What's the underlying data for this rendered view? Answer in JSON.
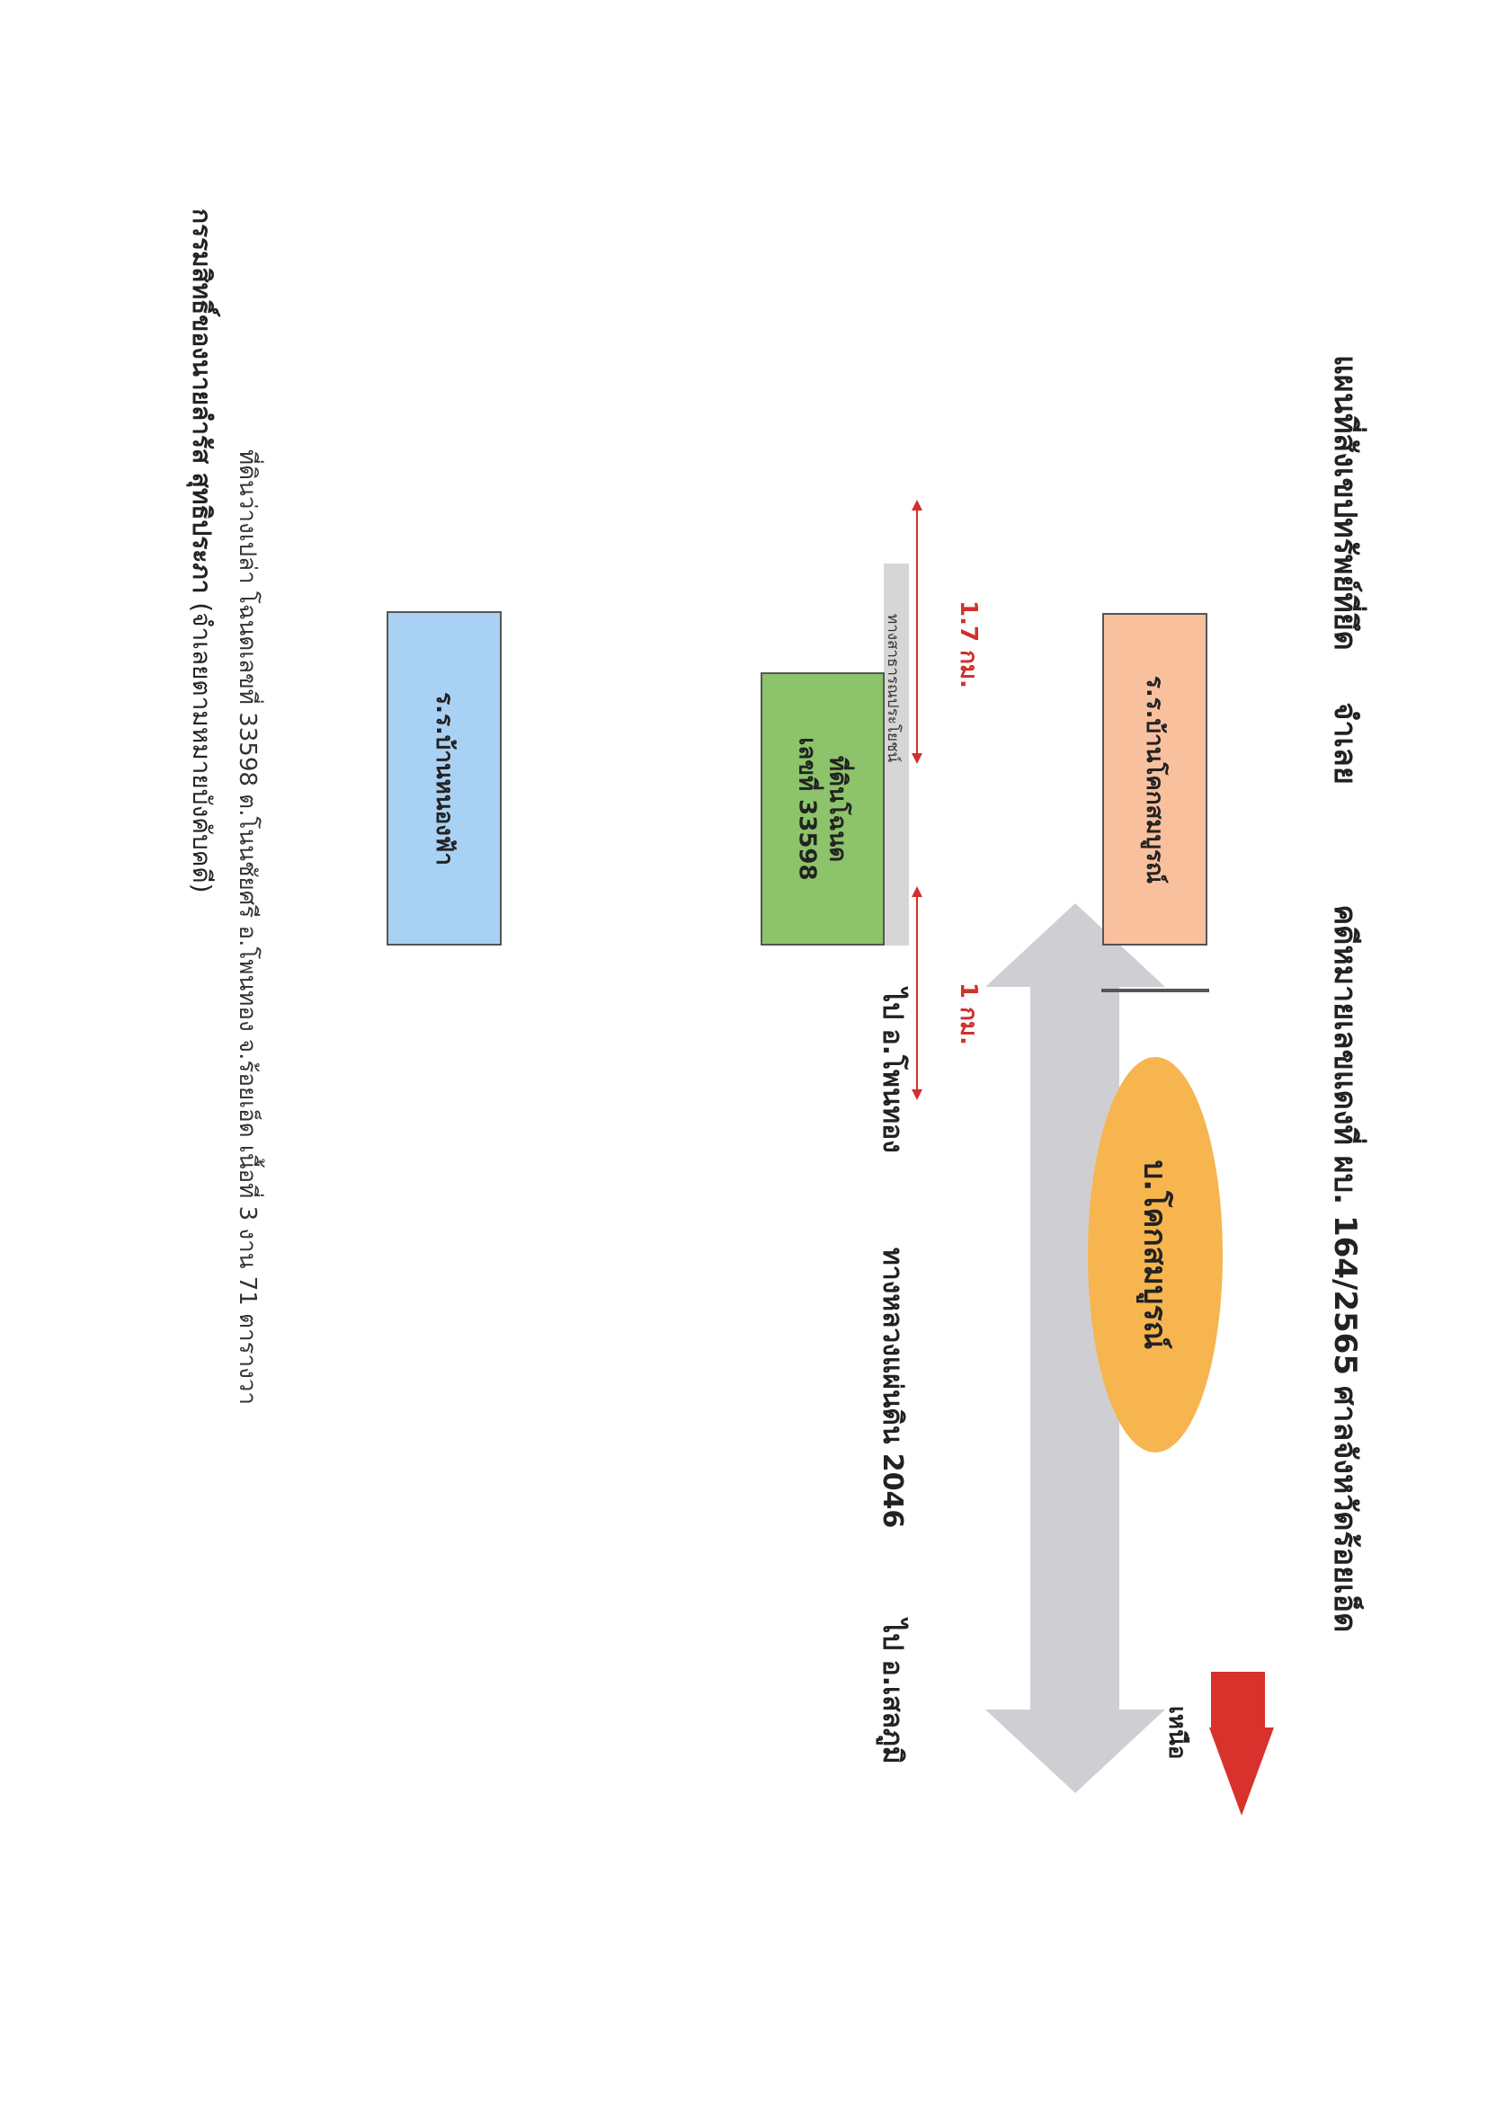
{
  "title": {
    "main": "แผนที่สังเขปทรัพย์ที่ยึด",
    "debtor": "จำเลย",
    "case": "คดีหมายเลขแดงที่ ผบ. 164/2565 ศาลจังหวัดร้อยเอ็ด"
  },
  "north": {
    "label": "เหนือ"
  },
  "road": {
    "name": "ทางหลวงแผ่นดิน 2046",
    "to_left": "ไป อ.เสลภูมิ",
    "to_right": "ไป อ.โพนทอง"
  },
  "places": {
    "school_nong_fa": "ร.ร.บ้านหนองฟ้า",
    "land_line1": "ที่ดินโฉนด",
    "land_line2": "เลขที่ 33598",
    "school_khok_sombun": "ร.ร.บ้านโคกสมบูรณ์",
    "public_way": "ทางสาธารณประโยชน์",
    "village": "บ.โคกสมบูรณ์"
  },
  "distances": {
    "left": "1.7 กม.",
    "right": "1 กม."
  },
  "caption": {
    "description": "ที่ดินว่างเปล่า โฉนดเลขที่ 33598 ต.โนนชัยศรี อ.โพนทอง จ.ร้อยเอ็ด เนื้อที่ 3 งาน 71 ตารางวา",
    "owner": "กรรมสิทธิ์ของนายลำรัส สุทธิประภา",
    "owner_note": "(จำเลยตามหมายบังคับคดี)"
  },
  "colors": {
    "road": "#cfcfd3",
    "school_left": "#a9d1f3",
    "land": "#8cc36b",
    "school_right": "#f9c09e",
    "village": "#f7b54f",
    "distance": "#d0312d",
    "north_arrow": "#d9312c"
  }
}
